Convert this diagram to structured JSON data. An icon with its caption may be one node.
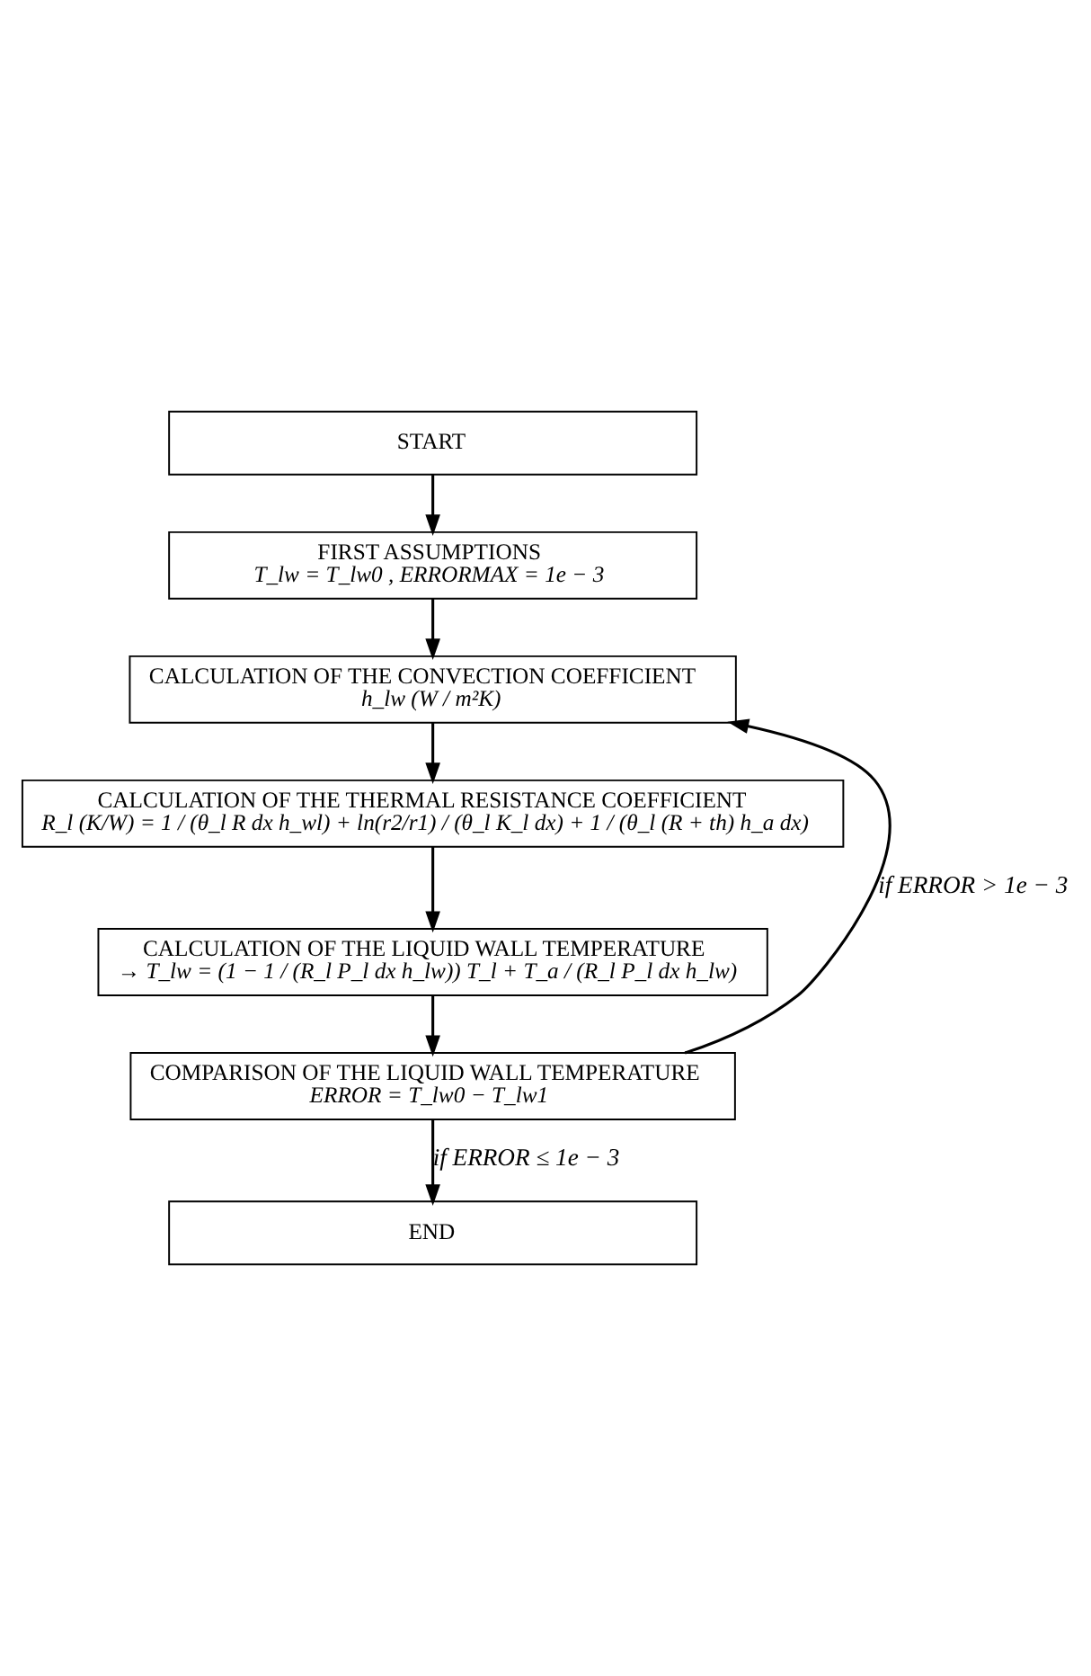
{
  "diagram": {
    "nodes": [
      {
        "text": [
          "START"
        ]
      },
      {
        "text": [
          "FIRST ASSUMPTIONS",
          "T_lw = T_lw0 , ERRORMAX = 1e − 3"
        ]
      },
      {
        "text": [
          "CALCULATION OF THE CONVECTION COEFFICIENT",
          "h_lw (W / m²K)"
        ]
      },
      {
        "text": [
          "CALCULATION OF THE THERMAL RESISTANCE COEFFICIENT",
          "R_l (K/W) = 1 / (θ_l R dx h_wl) + ln(r2/r1) / (θ_l K_l dx) + 1 / (θ_l (R + th) h_a dx)"
        ]
      },
      {
        "text": [
          "CALCULATION OF THE LIQUID WALL TEMPERATURE",
          "→ T_lw = (1 − 1 / (R_l P_l dx h_lw)) T_l + T_a / (R_l P_l dx h_lw)"
        ]
      },
      {
        "text": [
          "COMPARISON OF THE LIQUID WALL TEMPERATURE",
          "ERROR = T_lw0 − T_lw1"
        ]
      },
      {
        "text": [
          "END"
        ]
      }
    ],
    "edges": [
      {
        "from": 0,
        "to": 1,
        "arrow": "to"
      },
      {
        "from": 1,
        "to": 2,
        "arrow": "to"
      },
      {
        "from": 2,
        "to": 3,
        "arrow": "to"
      },
      {
        "from": 3,
        "to": 4,
        "arrow": "to"
      },
      {
        "from": 4,
        "to": 5,
        "arrow": "to"
      },
      {
        "from": 5,
        "to": 2,
        "arrow": "to",
        "label": "if ERROR > 1e − 3"
      },
      {
        "from": 5,
        "to": 6,
        "arrow": "to",
        "label": "if ERROR ≤ 1e − 3"
      }
    ]
  }
}
